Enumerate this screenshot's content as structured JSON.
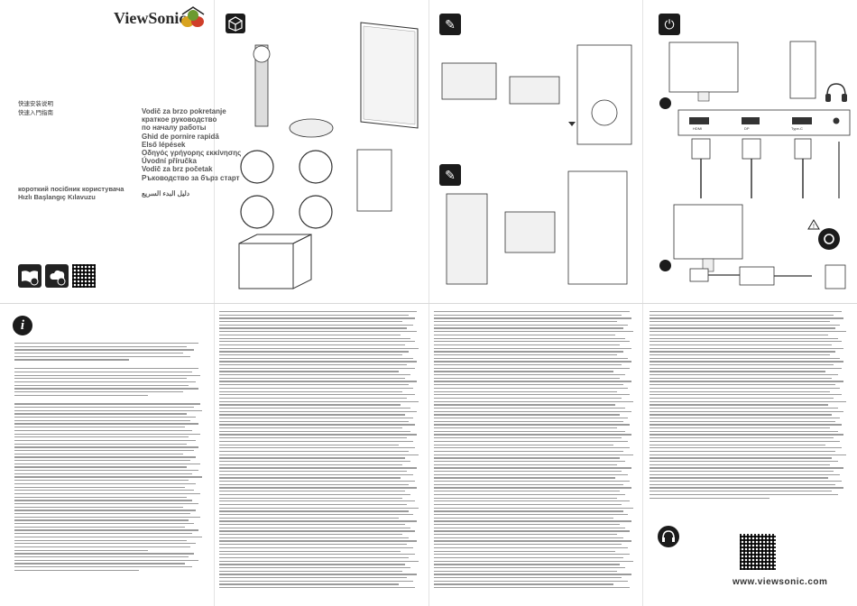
{
  "brand": {
    "name": "ViewSonic"
  },
  "cover": {
    "quick_start_cn_lines": [
      "快速安装说明",
      "快速入門指南"
    ],
    "quick_start_titles": [
      "Vodič za brzo pokretanje",
      "краткое руководство",
      "по началу работы",
      "Ghid de pornire rapidă",
      "Első lépések",
      "Οδηγός γρήγορης εκκίνησης",
      "Úvodní příručka",
      "Vodič za brz početak",
      "Ръководство за бърз старт"
    ],
    "left_titles": [
      "короткий посібник користувача",
      "Hızlı Başlangıç Kılavuzu"
    ],
    "arabic_title": "دليل البدء السريع"
  },
  "footer": {
    "url": "www.viewsonic.com"
  },
  "ports": {
    "labels": [
      "HDMI",
      "DP",
      "Type-C"
    ]
  },
  "icons": {
    "info": "i",
    "power": "power-plug-icon",
    "tools_1": "screwdriver-icon",
    "tools_2": "screwdriver-icon",
    "box": "box-icon",
    "support": "headset-icon",
    "warning": "warning-triangle-icon"
  },
  "info_glyph": "i"
}
